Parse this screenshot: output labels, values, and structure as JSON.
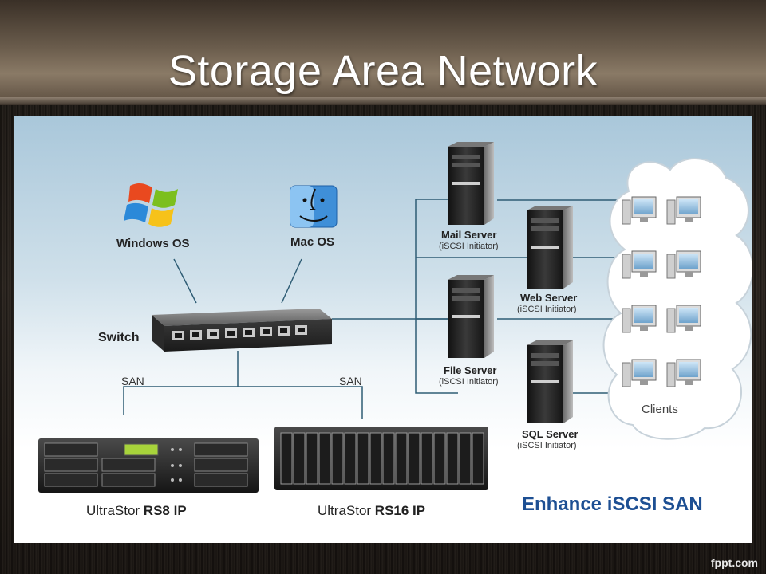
{
  "slide": {
    "title": "Storage Area Network",
    "footer": "fppt.com"
  },
  "diagram": {
    "windows_label": "Windows OS",
    "mac_label": "Mac OS",
    "switch_label": "Switch",
    "san_left": "SAN",
    "san_right": "SAN",
    "mail_server": "Mail Server",
    "mail_server_sub": "(iSCSI Initiator)",
    "web_server": "Web Server",
    "web_server_sub": "(iSCSI Initiator)",
    "file_server": "File Server",
    "file_server_sub": "(iSCSI Initiator)",
    "sql_server": "SQL Server",
    "sql_server_sub": "(iSCSI Initiator)",
    "clients": "Clients",
    "rs8_prefix": "UltraStor ",
    "rs8_model": "RS8 IP",
    "rs16_prefix": "UltraStor ",
    "rs16_model": "RS16 IP",
    "brand_tagline": "Enhance iSCSI SAN"
  },
  "colors": {
    "link_line": "#2f5d75",
    "brand": "#1d4f93"
  }
}
